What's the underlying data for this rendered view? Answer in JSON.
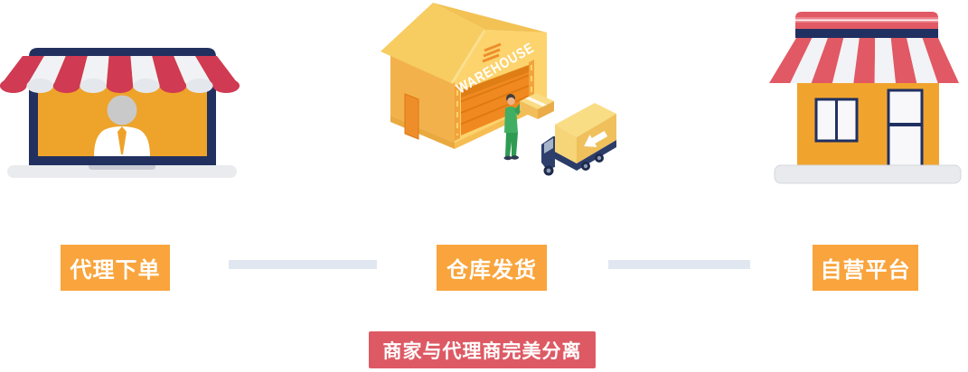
{
  "page": {
    "background": "#ffffff"
  },
  "colors": {
    "accent_orange": "#F9A43C",
    "banner_red": "#DD5A64",
    "connector_gray": "#E0E7F0",
    "laptop_navy": "#223060",
    "awning_red": "#D03A52",
    "store_red": "#E15964",
    "warehouse_yellow": "#FCD36D",
    "truck_yellow": "#EFC05C",
    "worker_green": "#41AE63"
  },
  "flow": {
    "steps": [
      {
        "id": "agent-order",
        "label": "代理下单",
        "illustration": "laptop-storefront"
      },
      {
        "id": "warehouse-ship",
        "label": "仓库发货",
        "illustration": "warehouse-worker-truck"
      },
      {
        "id": "self-platform",
        "label": "自营平台",
        "illustration": "storefront-shop"
      }
    ]
  },
  "warehouse_sign_text": "WAREHOUSE",
  "banner": {
    "text": "商家与代理商完美分离"
  }
}
